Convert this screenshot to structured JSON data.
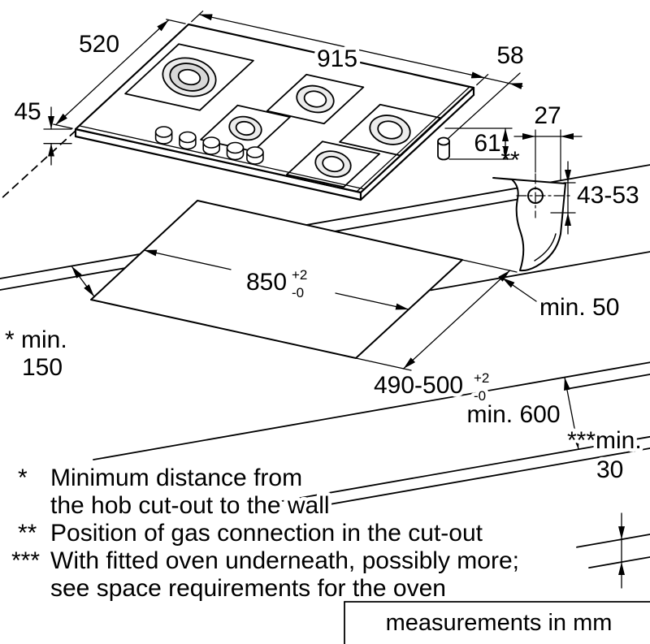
{
  "colors": {
    "ink": "#000000",
    "paper": "#ffffff"
  },
  "dims": {
    "hob_width": "915",
    "hob_depth": "520",
    "gas_offset": "58",
    "hob_height": "45",
    "gas_from_center": "27",
    "gas_drop": "61",
    "gas_depth_range": "43-53",
    "cutout_width": "850",
    "cutout_width_tol_plus": "+2",
    "cutout_width_tol_minus": "-0",
    "cutout_depth": "490-500",
    "cutout_depth_tol_plus": "+2",
    "cutout_depth_tol_minus": "-0",
    "min_side": "min. 50",
    "min_below": "min. 600",
    "min_wall_label": "* min.",
    "min_wall_value": "150",
    "min_rear_label": "***min.",
    "min_rear_value": "30",
    "gas_position_marker": "**"
  },
  "footnotes": [
    {
      "marker": "*",
      "line1": "Minimum distance from",
      "line2": "the hob cut-out to the wall"
    },
    {
      "marker": "**",
      "line1": "Position of gas connection in the cut-out",
      "line2": ""
    },
    {
      "marker": "***",
      "line1": "With fitted oven underneath, possibly more;",
      "line2": "see space requirements for the oven"
    }
  ],
  "footer": {
    "units_note": "measurements in mm"
  }
}
